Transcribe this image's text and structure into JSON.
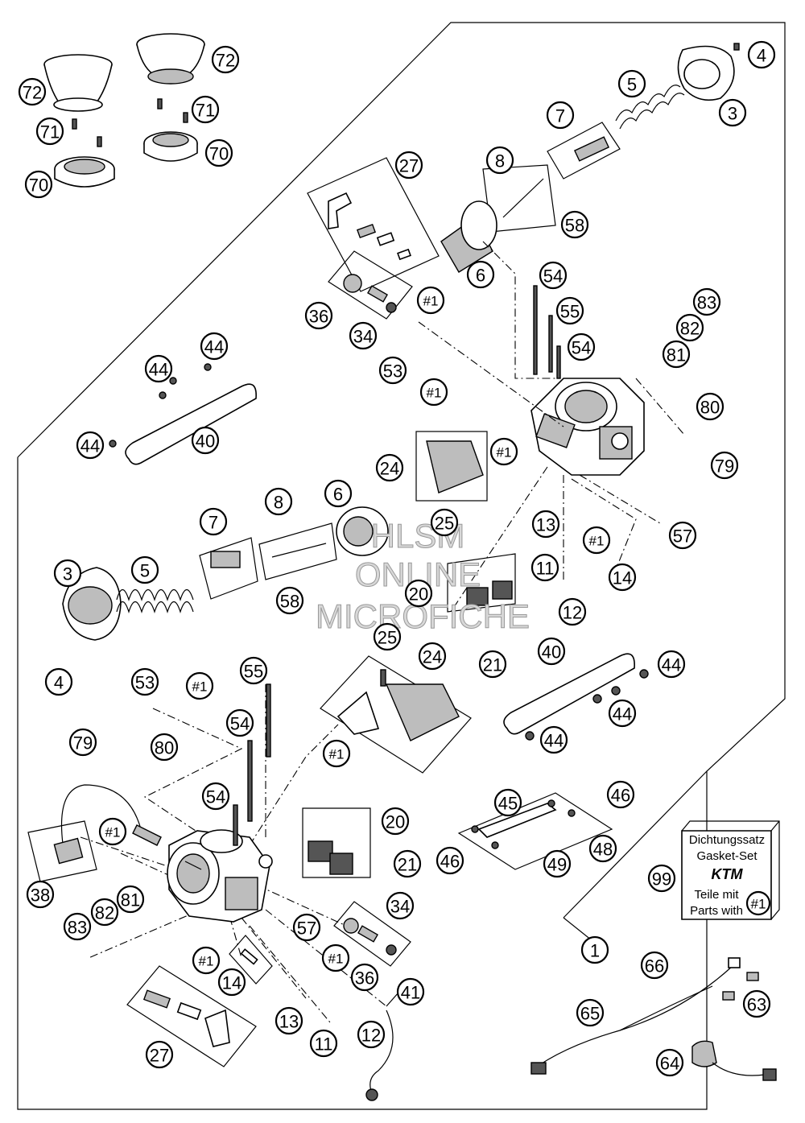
{
  "callouts": [
    {
      "label": "72"
    },
    {
      "label": "72"
    },
    {
      "label": "71"
    },
    {
      "label": "71"
    },
    {
      "label": "70"
    },
    {
      "label": "70"
    },
    {
      "label": "4"
    },
    {
      "label": "5"
    },
    {
      "label": "3"
    },
    {
      "label": "7"
    },
    {
      "label": "27"
    },
    {
      "label": "8"
    },
    {
      "label": "58"
    },
    {
      "label": "6"
    },
    {
      "label": "54"
    },
    {
      "label": "55"
    },
    {
      "label": "54"
    },
    {
      "label": "#1"
    },
    {
      "label": "36"
    },
    {
      "label": "34"
    },
    {
      "label": "53"
    },
    {
      "label": "#1"
    },
    {
      "label": "83"
    },
    {
      "label": "82"
    },
    {
      "label": "81"
    },
    {
      "label": "80"
    },
    {
      "label": "79"
    },
    {
      "label": "44"
    },
    {
      "label": "44"
    },
    {
      "label": "40"
    },
    {
      "label": "44"
    },
    {
      "label": "24"
    },
    {
      "label": "#1"
    },
    {
      "label": "25"
    },
    {
      "label": "13"
    },
    {
      "label": "57"
    },
    {
      "label": "#1"
    },
    {
      "label": "11"
    },
    {
      "label": "14"
    },
    {
      "label": "12"
    },
    {
      "label": "20"
    },
    {
      "label": "21"
    },
    {
      "label": "7"
    },
    {
      "label": "8"
    },
    {
      "label": "6"
    },
    {
      "label": "3"
    },
    {
      "label": "5"
    },
    {
      "label": "58"
    },
    {
      "label": "4"
    },
    {
      "label": "55"
    },
    {
      "label": "53"
    },
    {
      "label": "#1"
    },
    {
      "label": "25"
    },
    {
      "label": "24"
    },
    {
      "label": "54"
    },
    {
      "label": "79"
    },
    {
      "label": "80"
    },
    {
      "label": "#1"
    },
    {
      "label": "40"
    },
    {
      "label": "44"
    },
    {
      "label": "44"
    },
    {
      "label": "44"
    },
    {
      "label": "54"
    },
    {
      "label": "#1"
    },
    {
      "label": "45"
    },
    {
      "label": "46"
    },
    {
      "label": "20"
    },
    {
      "label": "38"
    },
    {
      "label": "81"
    },
    {
      "label": "82"
    },
    {
      "label": "83"
    },
    {
      "label": "21"
    },
    {
      "label": "46"
    },
    {
      "label": "48"
    },
    {
      "label": "49"
    },
    {
      "label": "99"
    },
    {
      "label": "57"
    },
    {
      "label": "34"
    },
    {
      "label": "#1"
    },
    {
      "label": "36"
    },
    {
      "label": "14"
    },
    {
      "label": "#1"
    },
    {
      "label": "1"
    },
    {
      "label": "66"
    },
    {
      "label": "63"
    },
    {
      "label": "65"
    },
    {
      "label": "41"
    },
    {
      "label": "13"
    },
    {
      "label": "12"
    },
    {
      "label": "11"
    },
    {
      "label": "27"
    },
    {
      "label": "64"
    }
  ],
  "gasket_set": {
    "line1": "Dichtungssatz",
    "line2": "Gasket-Set",
    "brand": "KTM",
    "line3": "Teile mit",
    "line4": "Parts with",
    "ref": "#1"
  },
  "watermark": {
    "line1": "HLSM",
    "line2": "ONLINE",
    "line3": "MICROFICHE"
  }
}
